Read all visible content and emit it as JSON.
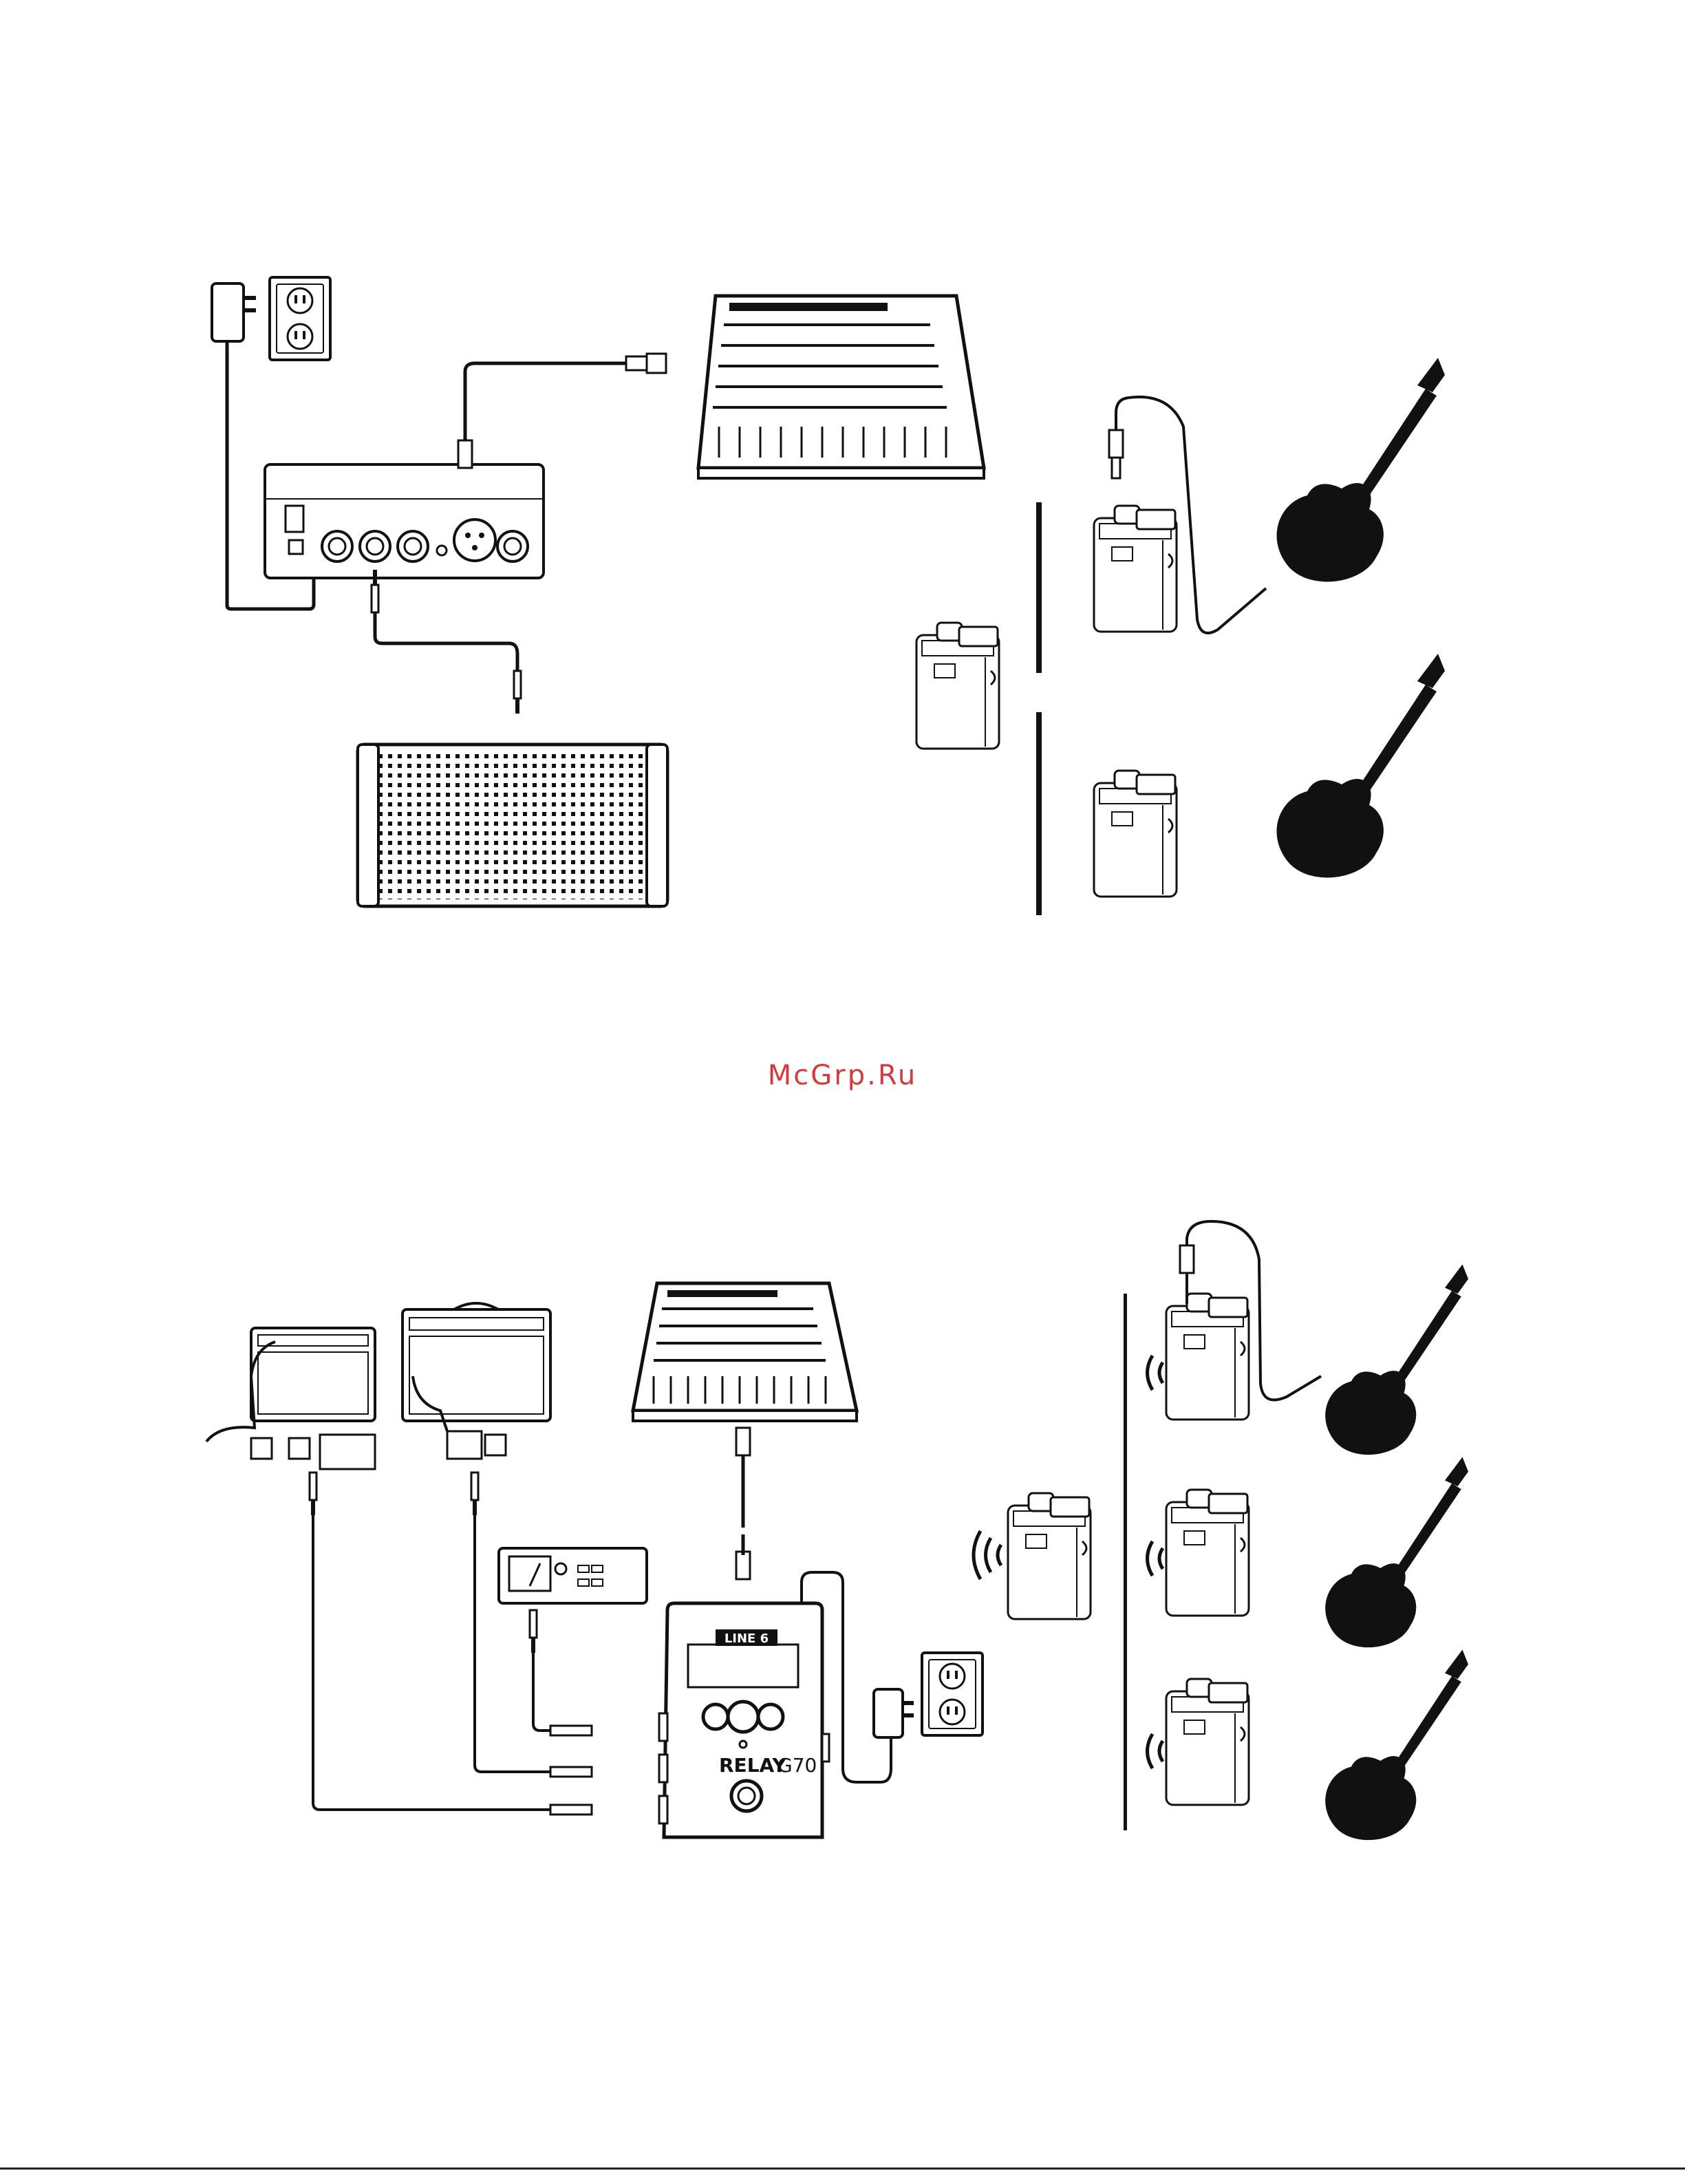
{
  "watermark": {
    "text": "McGrp.Ru",
    "color": "#d23b3b"
  },
  "relay_unit": {
    "brand": "LINE 6",
    "model_prefix": "RELAY",
    "model_suffix": "G70"
  },
  "colors": {
    "ink": "#111111",
    "paper": "#ffffff",
    "guitar": "#111111"
  },
  "icons": [
    "wall-outlet-icon",
    "power-adapter-icon",
    "receiver-icon",
    "mixer-icon",
    "powered-speaker-icon",
    "transmitter-icon",
    "guitar-icon",
    "amp-icon",
    "pedal-icon",
    "tuner-icon",
    "wireless-signal-icon"
  ]
}
